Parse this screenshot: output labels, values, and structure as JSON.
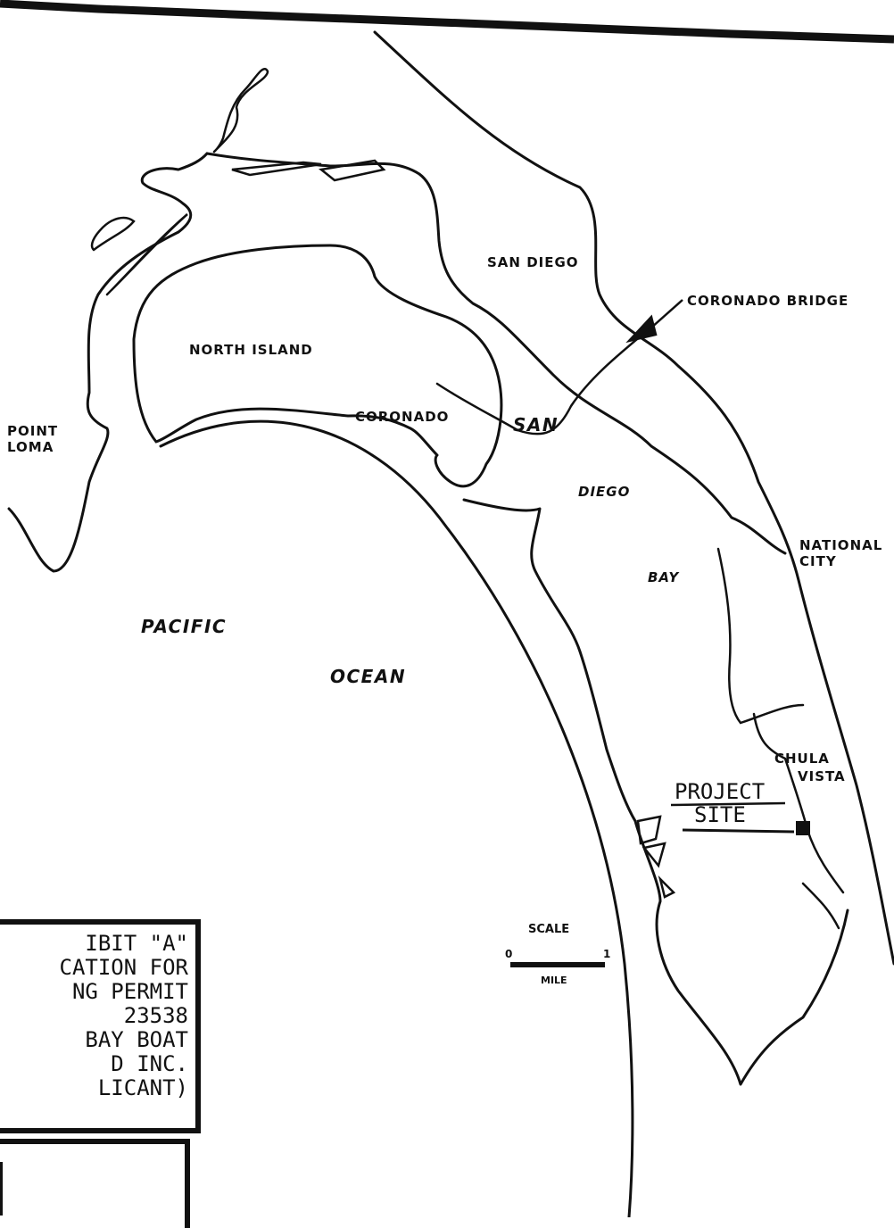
{
  "labels": {
    "san_diego": "SAN DIEGO",
    "coronado_bridge": "CORONADO BRIDGE",
    "north_island": "NORTH ISLAND",
    "coronado": "CORONADO",
    "point": "POINT",
    "loma": "LOMA",
    "san": "SAN",
    "diego": "DIEGO",
    "bay": "BAY",
    "national": "NATIONAL",
    "city": "CITY",
    "pacific": "PACIFIC",
    "ocean": "OCEAN",
    "chula": "CHULA",
    "vista": "VISTA",
    "project": "PROJECT",
    "site": "SITE"
  },
  "exhibit": {
    "line1": "IBIT \"A\"",
    "line2": "CATION FOR",
    "line3": "NG PERMIT",
    "line4": "23538",
    "line5": "BAY BOAT",
    "line6": "D INC.",
    "line7": "LICANT)"
  },
  "scale": {
    "title": "SCALE",
    "start": "0",
    "end": "1",
    "unit": "MILE"
  }
}
